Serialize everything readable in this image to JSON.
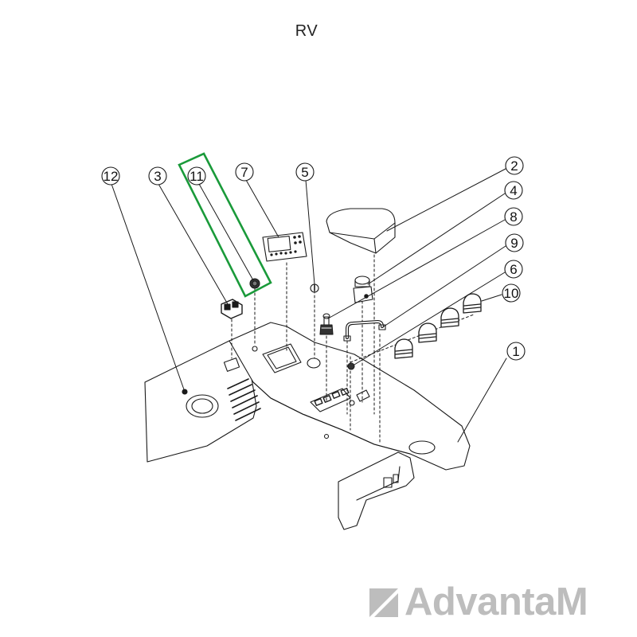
{
  "header": {
    "title": "RV"
  },
  "callouts": [
    {
      "label": "12"
    },
    {
      "label": "3"
    },
    {
      "label": "11"
    },
    {
      "label": "7"
    },
    {
      "label": "5"
    },
    {
      "label": "2"
    },
    {
      "label": "4"
    },
    {
      "label": "8"
    },
    {
      "label": "9"
    },
    {
      "label": "6"
    },
    {
      "label": "10"
    },
    {
      "label": "1"
    }
  ],
  "highlight": {
    "target": "11",
    "color": "#1a9a3a"
  },
  "colors": {
    "line": "#1a1a1a",
    "brand": "#bdbdbd"
  },
  "brand": {
    "text": "AdvantaM",
    "icon": "advantam-logo-icon"
  }
}
